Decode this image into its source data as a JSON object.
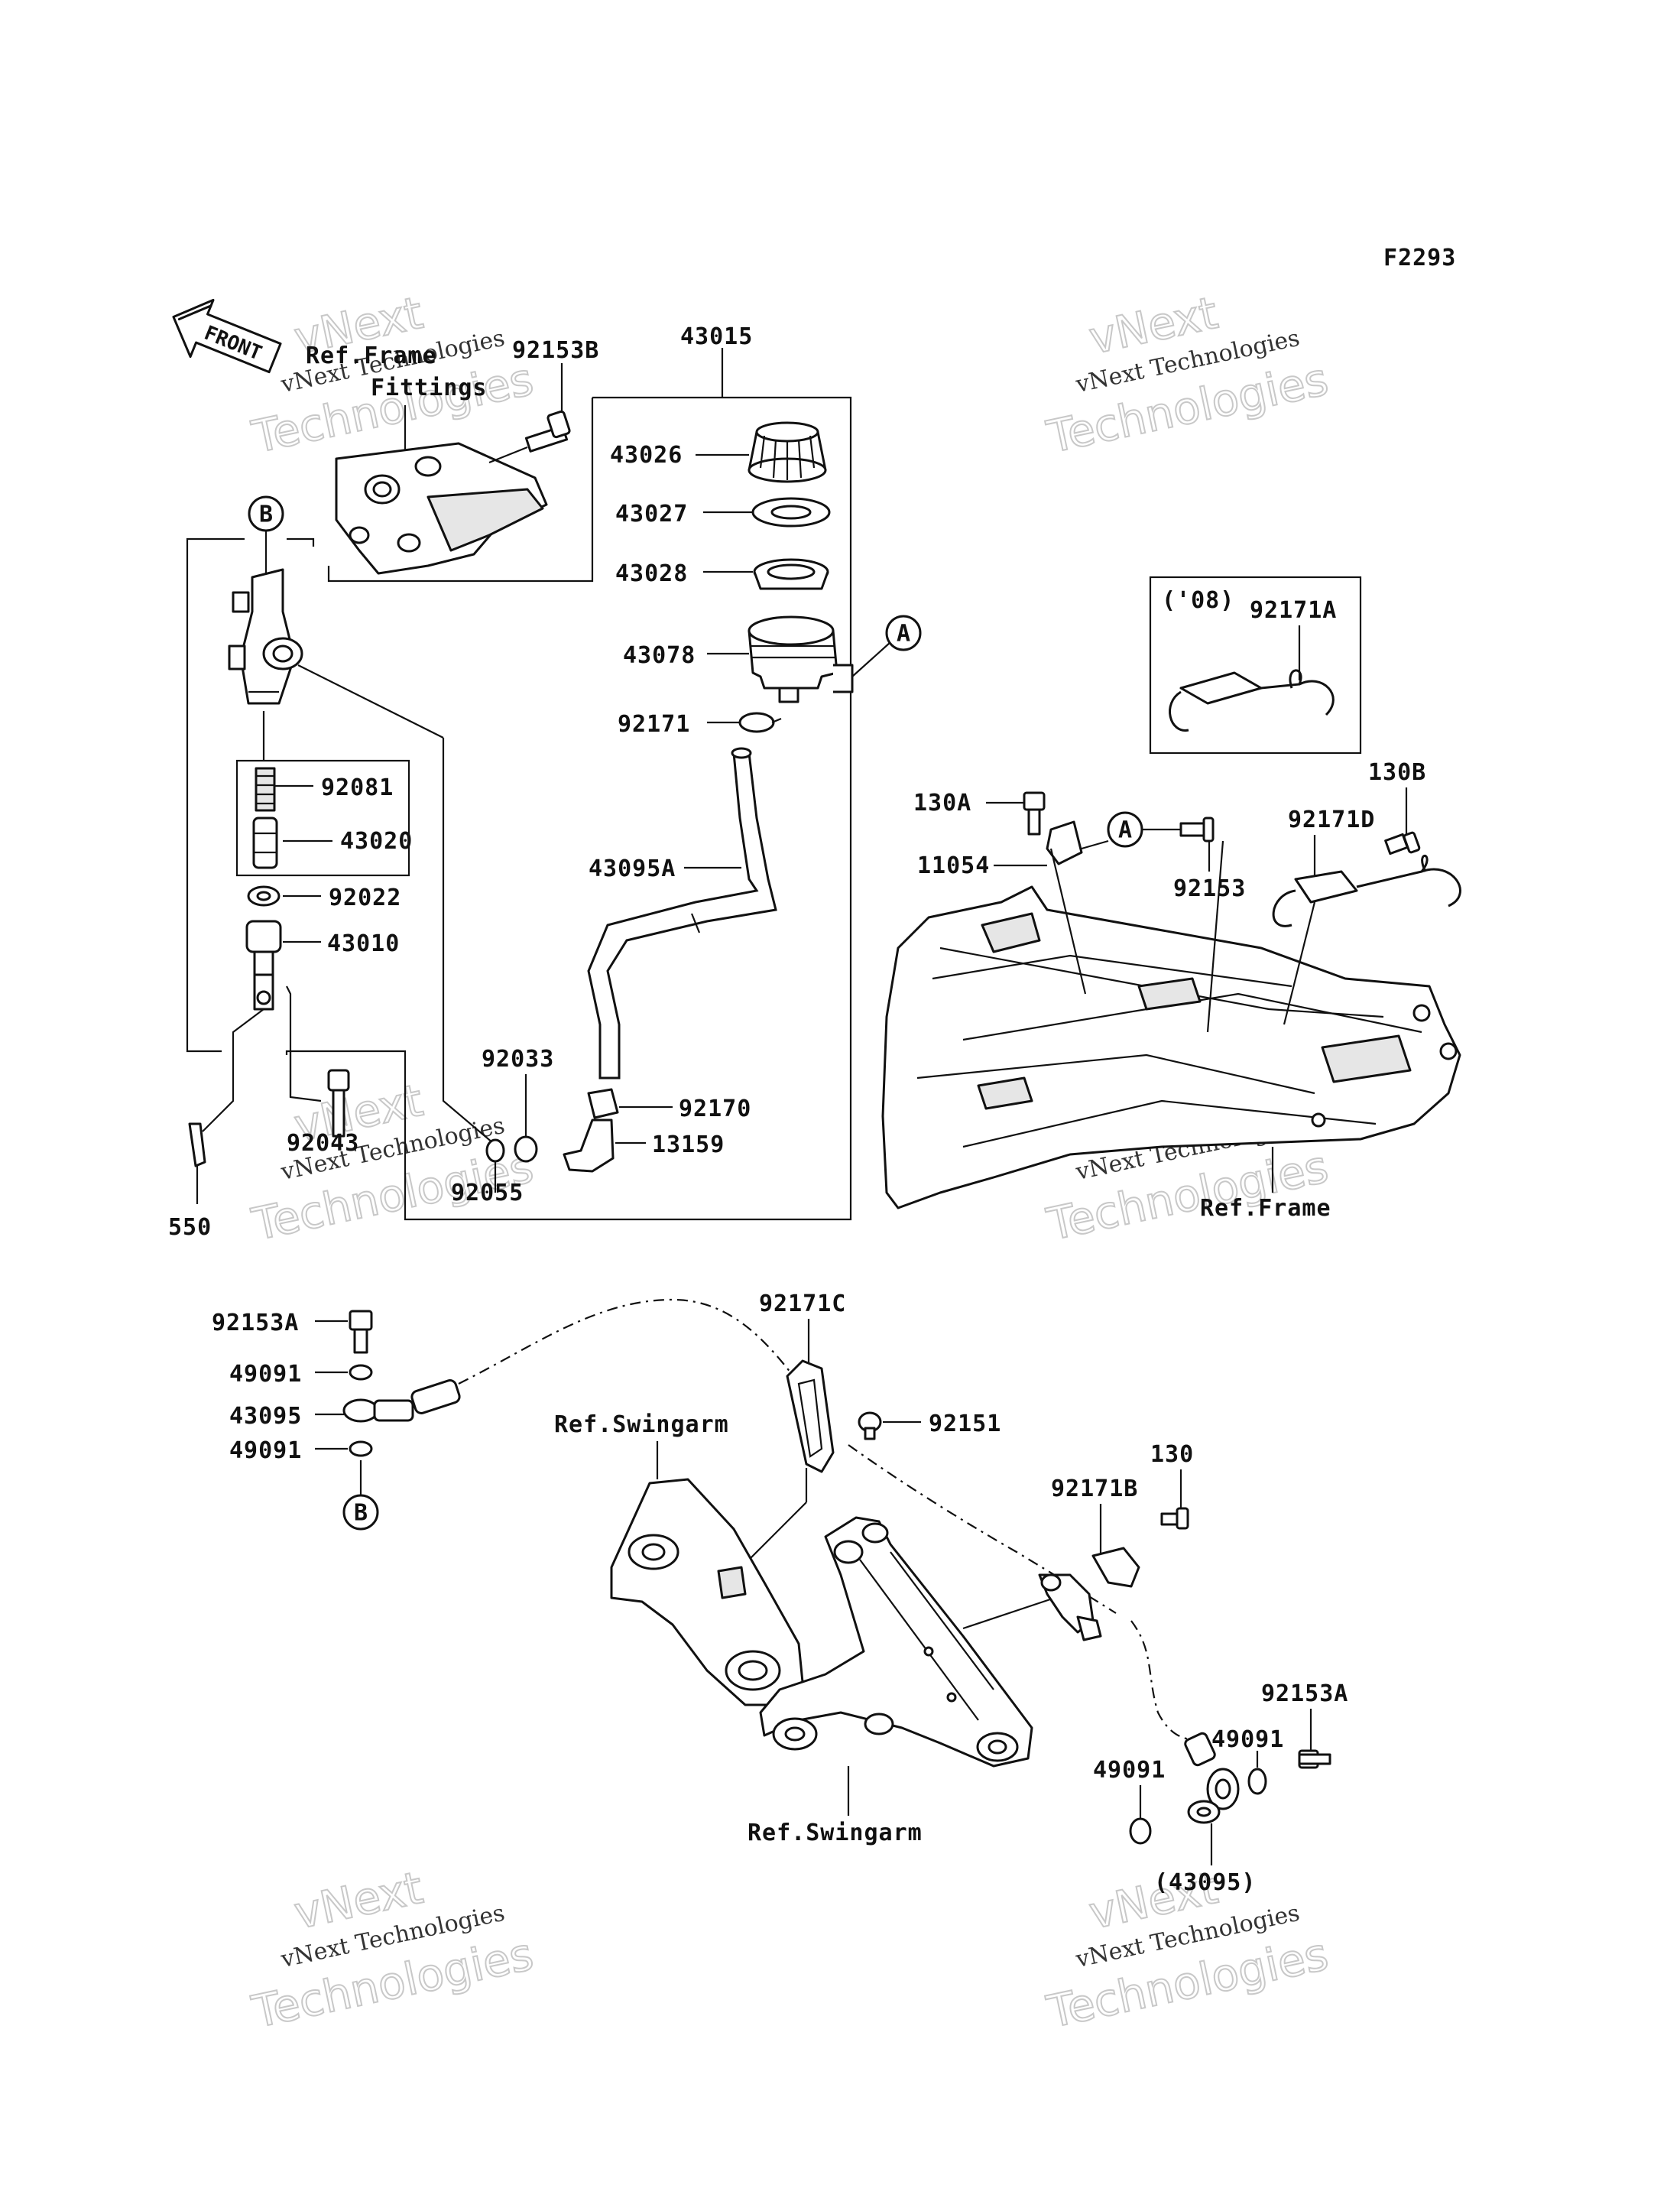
{
  "diagram_code": "F2293",
  "front_label": "FRONT",
  "ref_labels": {
    "frame_fittings_line1": "Ref.Frame",
    "frame_fittings_line2": "Fittings",
    "frame": "Ref.Frame",
    "swingarm_upper": "Ref.Swingarm",
    "swingarm_lower": "Ref.Swingarm"
  },
  "callouts": {
    "A": "A",
    "B": "B"
  },
  "parts": {
    "p43015": "43015",
    "p92153B": "92153B",
    "p43026": "43026",
    "p43027": "43027",
    "p43028": "43028",
    "p43078": "43078",
    "p92171": "92171",
    "p43095A": "43095A",
    "p92081": "92081",
    "p43020": "43020",
    "p92022": "92022",
    "p43010": "43010",
    "p92043": "92043",
    "p550": "550",
    "p92033": "92033",
    "p92055": "92055",
    "p92170": "92170",
    "p13159": "13159",
    "p08": "('08)",
    "p92171A": "92171A",
    "p130A": "130A",
    "p11054": "11054",
    "p92153": "92153",
    "p92171D": "92171D",
    "p130B": "130B",
    "p92153A_top": "92153A",
    "p49091_a": "49091",
    "p43095": "43095",
    "p49091_b": "49091",
    "p92171C": "92171C",
    "p92151": "92151",
    "p130": "130",
    "p92171B": "92171B",
    "p92153A_bot": "92153A",
    "p49091_c": "49091",
    "p49091_d": "49091",
    "p43095_paren": "(43095)"
  },
  "watermark": {
    "line1": "vNext",
    "line2": "vNext Technologies",
    "line3": "Technologies"
  }
}
